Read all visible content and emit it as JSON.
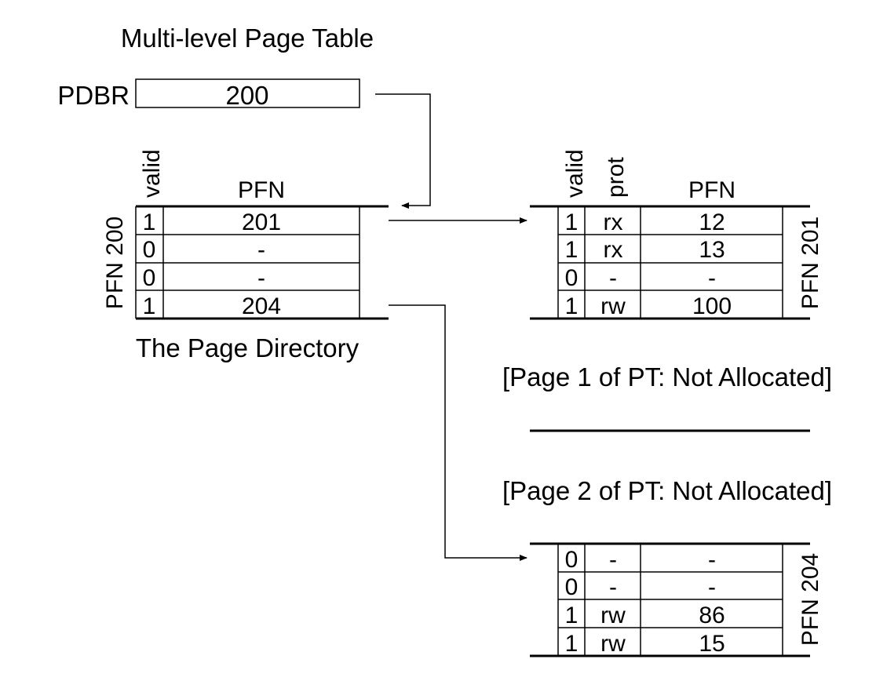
{
  "title": "Multi-level Page Table",
  "pdbr": {
    "label": "PDBR",
    "value": "200"
  },
  "page_directory": {
    "header_valid": "valid",
    "header_pfn": "PFN",
    "frame_label": "PFN 200",
    "caption": "The Page Directory",
    "rows": [
      {
        "valid": "1",
        "pfn": "201"
      },
      {
        "valid": "0",
        "pfn": "-"
      },
      {
        "valid": "0",
        "pfn": "-"
      },
      {
        "valid": "1",
        "pfn": "204"
      }
    ]
  },
  "pt_page_0": {
    "header_valid": "valid",
    "header_prot": "prot",
    "header_pfn": "PFN",
    "frame_label": "PFN 201",
    "rows": [
      {
        "valid": "1",
        "prot": "rx",
        "pfn": "12"
      },
      {
        "valid": "1",
        "prot": "rx",
        "pfn": "13"
      },
      {
        "valid": "0",
        "prot": "-",
        "pfn": "-"
      },
      {
        "valid": "1",
        "prot": "rw",
        "pfn": "100"
      }
    ]
  },
  "pt_page_1_note": "[Page 1 of PT: Not Allocated]",
  "pt_page_2_note": "[Page 2 of PT: Not Allocated]",
  "pt_page_3": {
    "frame_label": "PFN 204",
    "rows": [
      {
        "valid": "0",
        "prot": "-",
        "pfn": "-"
      },
      {
        "valid": "0",
        "prot": "-",
        "pfn": "-"
      },
      {
        "valid": "1",
        "prot": "rw",
        "pfn": "86"
      },
      {
        "valid": "1",
        "prot": "rw",
        "pfn": "15"
      }
    ]
  }
}
